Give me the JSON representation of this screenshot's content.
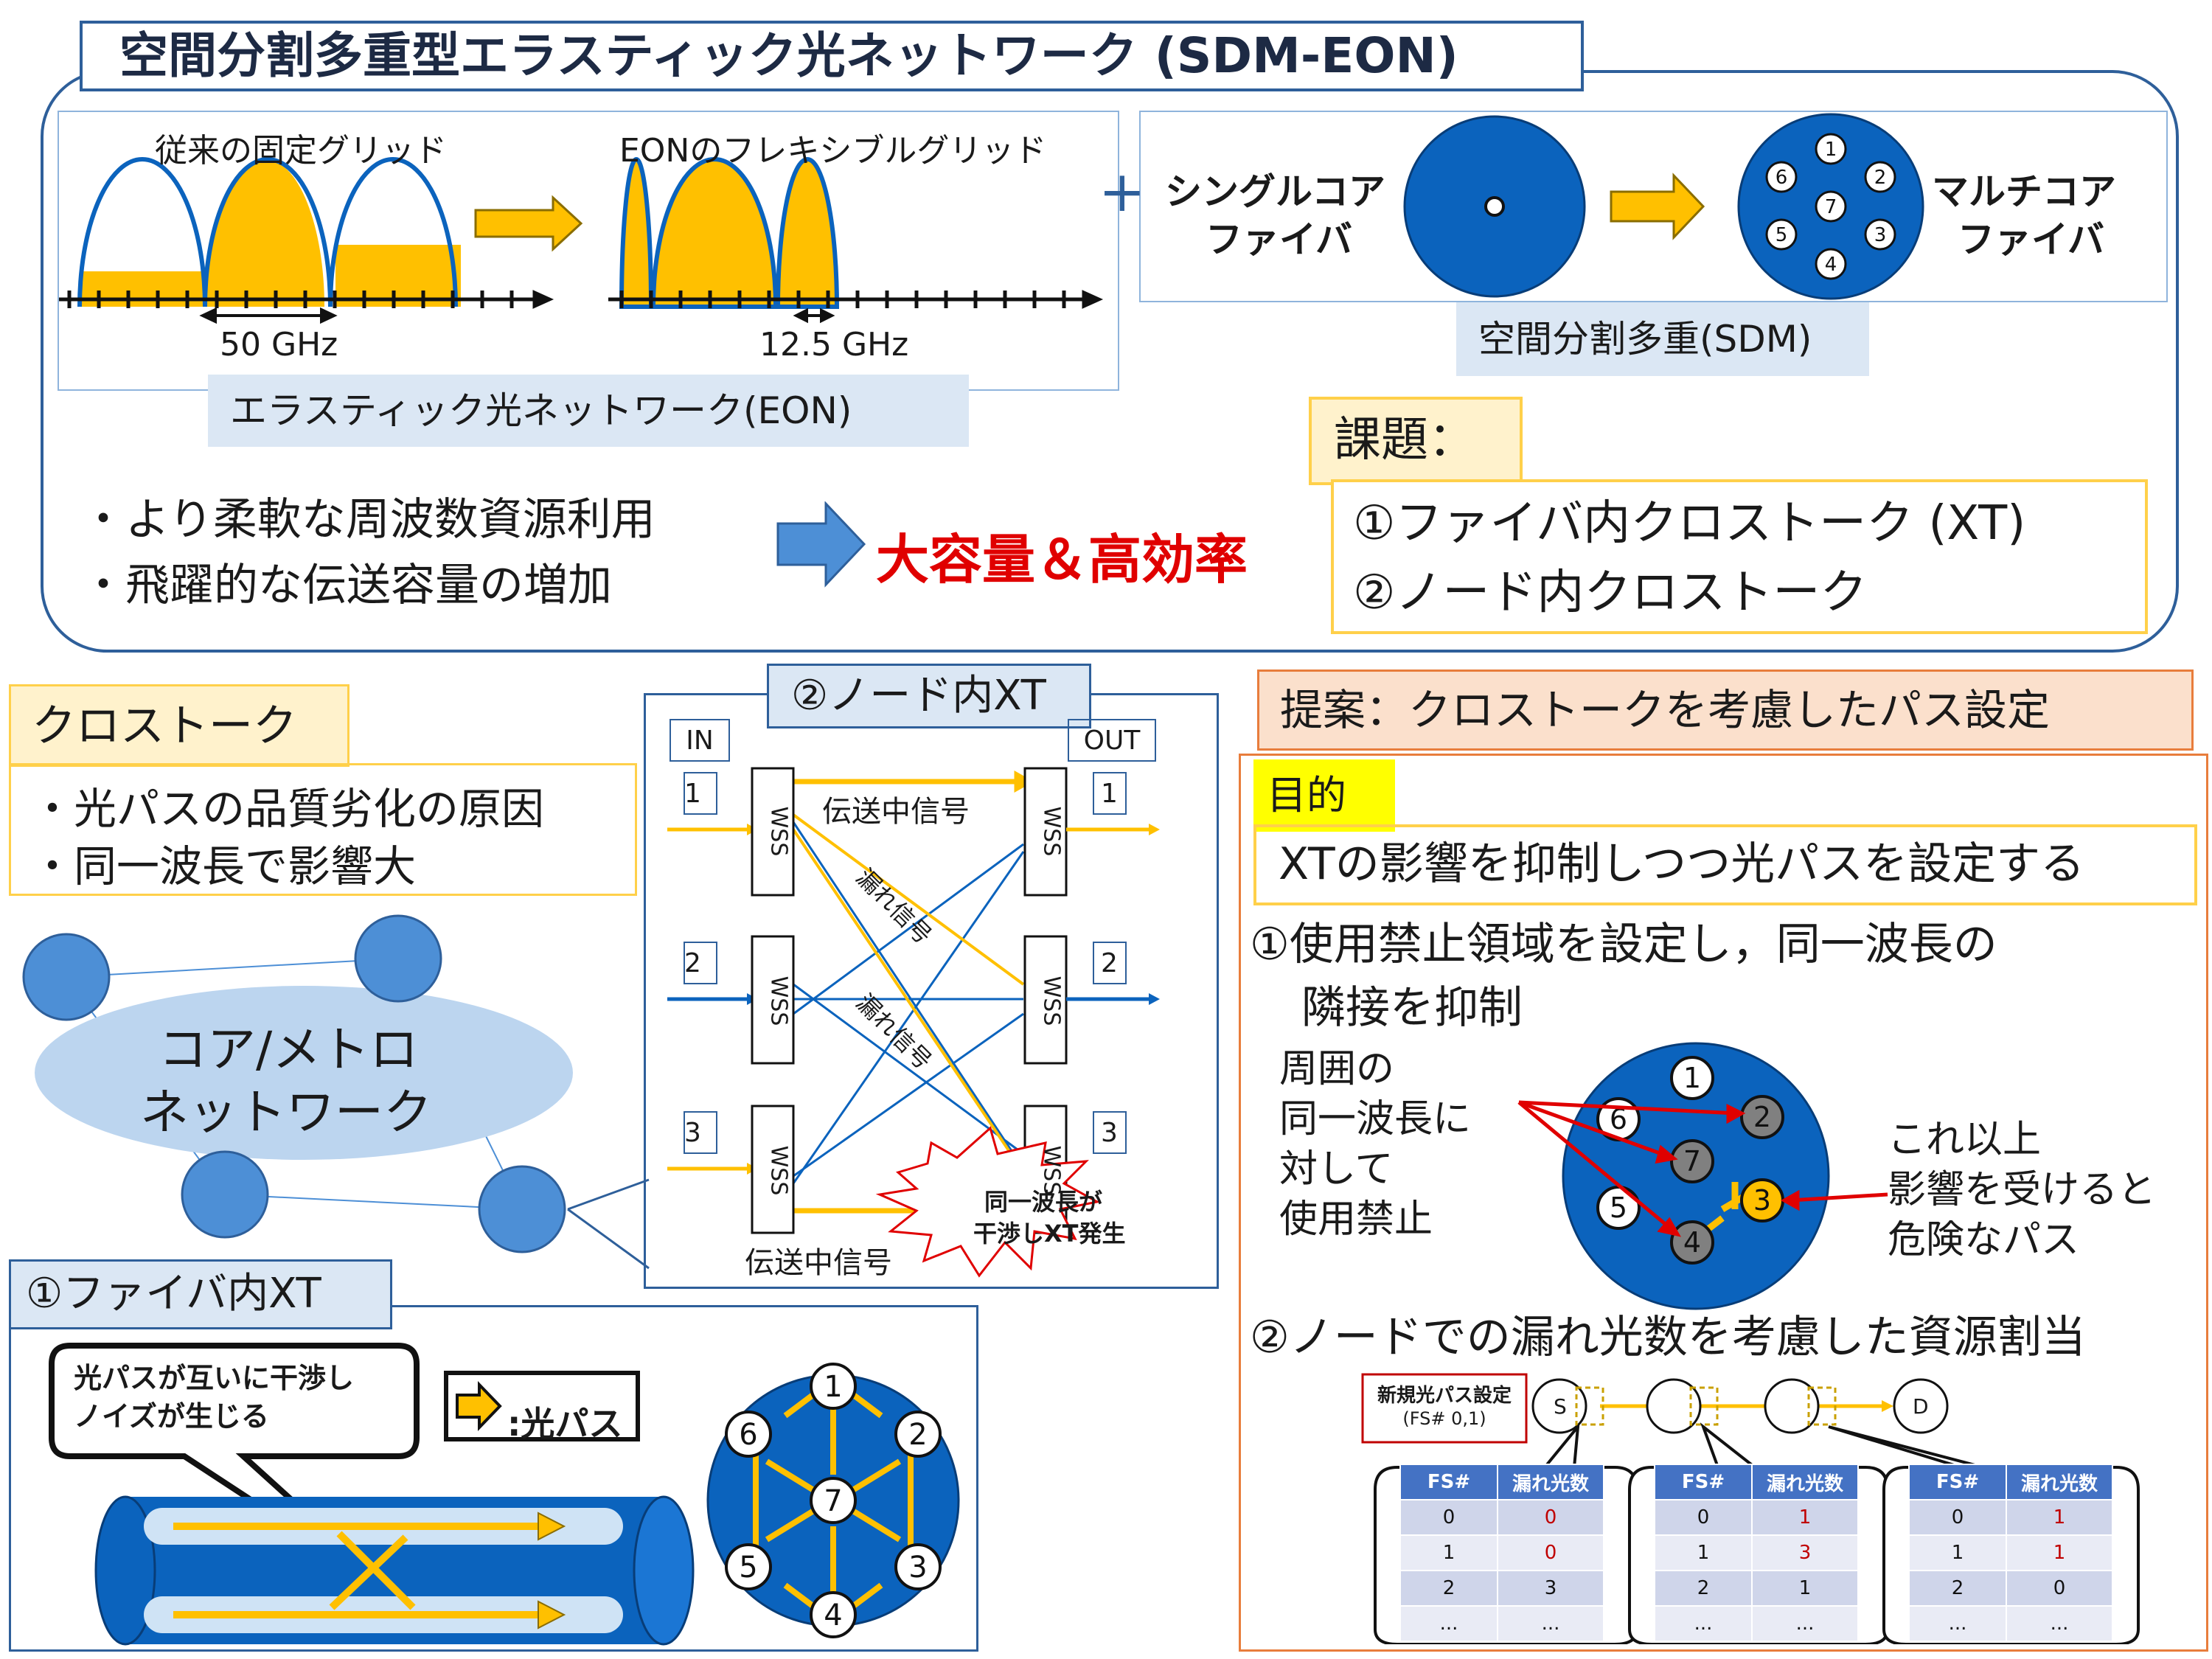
{
  "title": "空間分割多重型エラスティック光ネットワーク (SDM-EON)",
  "eon": {
    "fixed_grid": "従来の固定グリッド",
    "flex_grid": "EONのフレキシブルグリッド",
    "fixed_spacing": "50 GHz",
    "flex_spacing": "12.5 GHz",
    "label": "エラスティック光ネットワーク(EON)"
  },
  "sdm": {
    "single": "シングルコア\nファイバ",
    "single_l1": "シングルコア",
    "single_l2": "ファイバ",
    "multi_l1": "マルチコア",
    "multi_l2": "ファイバ",
    "label": "空間分割多重(SDM)",
    "cores": [
      "1",
      "2",
      "3",
      "4",
      "5",
      "6",
      "7"
    ]
  },
  "benefits": {
    "line1": "・より柔軟な周波数資源利用",
    "line2": "・飛躍的な伝送容量の増加",
    "result": "大容量＆高効率"
  },
  "issues": {
    "title": "課題：",
    "item1": "①ファイバ内クロストーク (XT)",
    "item2": "②ノード内クロストーク"
  },
  "crosstalk": {
    "title": "クロストーク",
    "line1": "・光パスの品質劣化の原因",
    "line2": "・同一波長で影響大"
  },
  "network": {
    "line1": "コア/メトロ",
    "line2": "ネットワーク"
  },
  "node_xt": {
    "title": "②ノード内XT",
    "in": "IN",
    "out": "OUT",
    "ports": [
      "1",
      "2",
      "3"
    ],
    "wss": "WSS",
    "signal_top": "伝送中信号",
    "signal_bottom": "伝送中信号",
    "leak1": "漏れ信号",
    "leak2": "漏れ信号",
    "burst_l1": "同一波長が",
    "burst_l2": "干渉しXT発生"
  },
  "fiber_xt": {
    "title": "①ファイバ内XT",
    "callout_l1": "光パスが互いに干渉し",
    "callout_l2": "ノイズが生じる",
    "legend": ":光パス"
  },
  "proposal": {
    "title": "提案：クロストークを考慮したパス設定",
    "purpose_label": "目的",
    "purpose": "XTの影響を抑制しつつ光パスを設定する",
    "step1_l1": "①使用禁止領域を設定し，同一波長の",
    "step1_l2": "隣接を抑制",
    "ban_l1": "周囲の",
    "ban_l2": "同一波長に",
    "ban_l3": "対して",
    "ban_l4": "使用禁止",
    "danger_l1": "これ以上",
    "danger_l2": "影響を受けると",
    "danger_l3": "危険なパス",
    "step2": "②ノードでの漏れ光数を考慮した資源割当",
    "new_path_l1": "新規光パス設定",
    "new_path_l2": "(FS# 0,1)",
    "node_s": "S",
    "node_d": "D"
  },
  "tables": {
    "head": [
      "FS#",
      "漏れ光数"
    ],
    "t1": [
      [
        "0",
        "0"
      ],
      [
        "1",
        "0"
      ],
      [
        "2",
        "3"
      ],
      [
        "...",
        "..."
      ]
    ],
    "t2": [
      [
        "0",
        "1"
      ],
      [
        "1",
        "3"
      ],
      [
        "2",
        "1"
      ],
      [
        "...",
        "..."
      ]
    ],
    "t3": [
      [
        "0",
        "1"
      ],
      [
        "1",
        "1"
      ],
      [
        "2",
        "0"
      ],
      [
        "...",
        "..."
      ]
    ]
  },
  "colors": {
    "blue": "#0b63bd",
    "gold": "#ffc000",
    "red": "#e00000",
    "navy": "#2e5f9a"
  }
}
